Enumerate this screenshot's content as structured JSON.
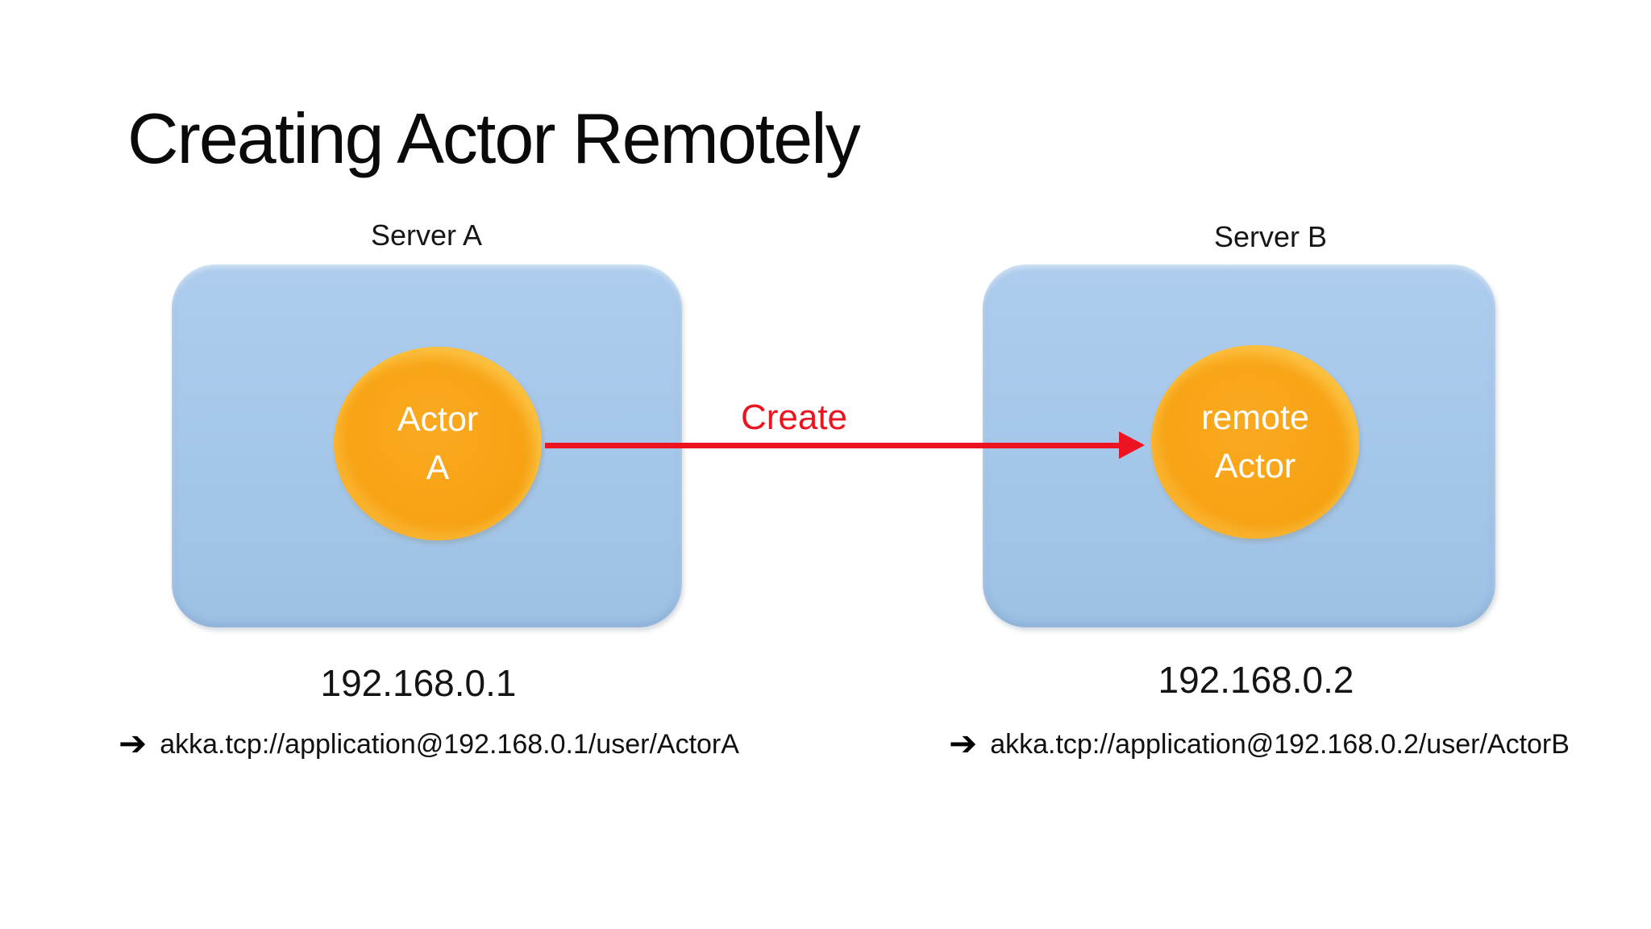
{
  "slide": {
    "title": "Creating Actor Remotely",
    "arrow_label": "Create",
    "bullet_icon": "➔",
    "colors": {
      "server_box_blue": "#A5C7E9",
      "actor_circle_orange": "#F8A315",
      "arrow_red": "#EC1420",
      "title_text": "#0A0A0A",
      "circle_text": "#FFFFFF"
    },
    "servers": [
      {
        "label": "Server A",
        "actor_lines": [
          "Actor",
          "A"
        ],
        "ip": "192.168.0.1",
        "akka_url": "akka.tcp://application@192.168.0.1/user/ActorA"
      },
      {
        "label": "Server B",
        "actor_lines": [
          "remote",
          "Actor"
        ],
        "ip": "192.168.0.2",
        "akka_url": "akka.tcp://application@192.168.0.2/user/ActorB"
      }
    ]
  }
}
